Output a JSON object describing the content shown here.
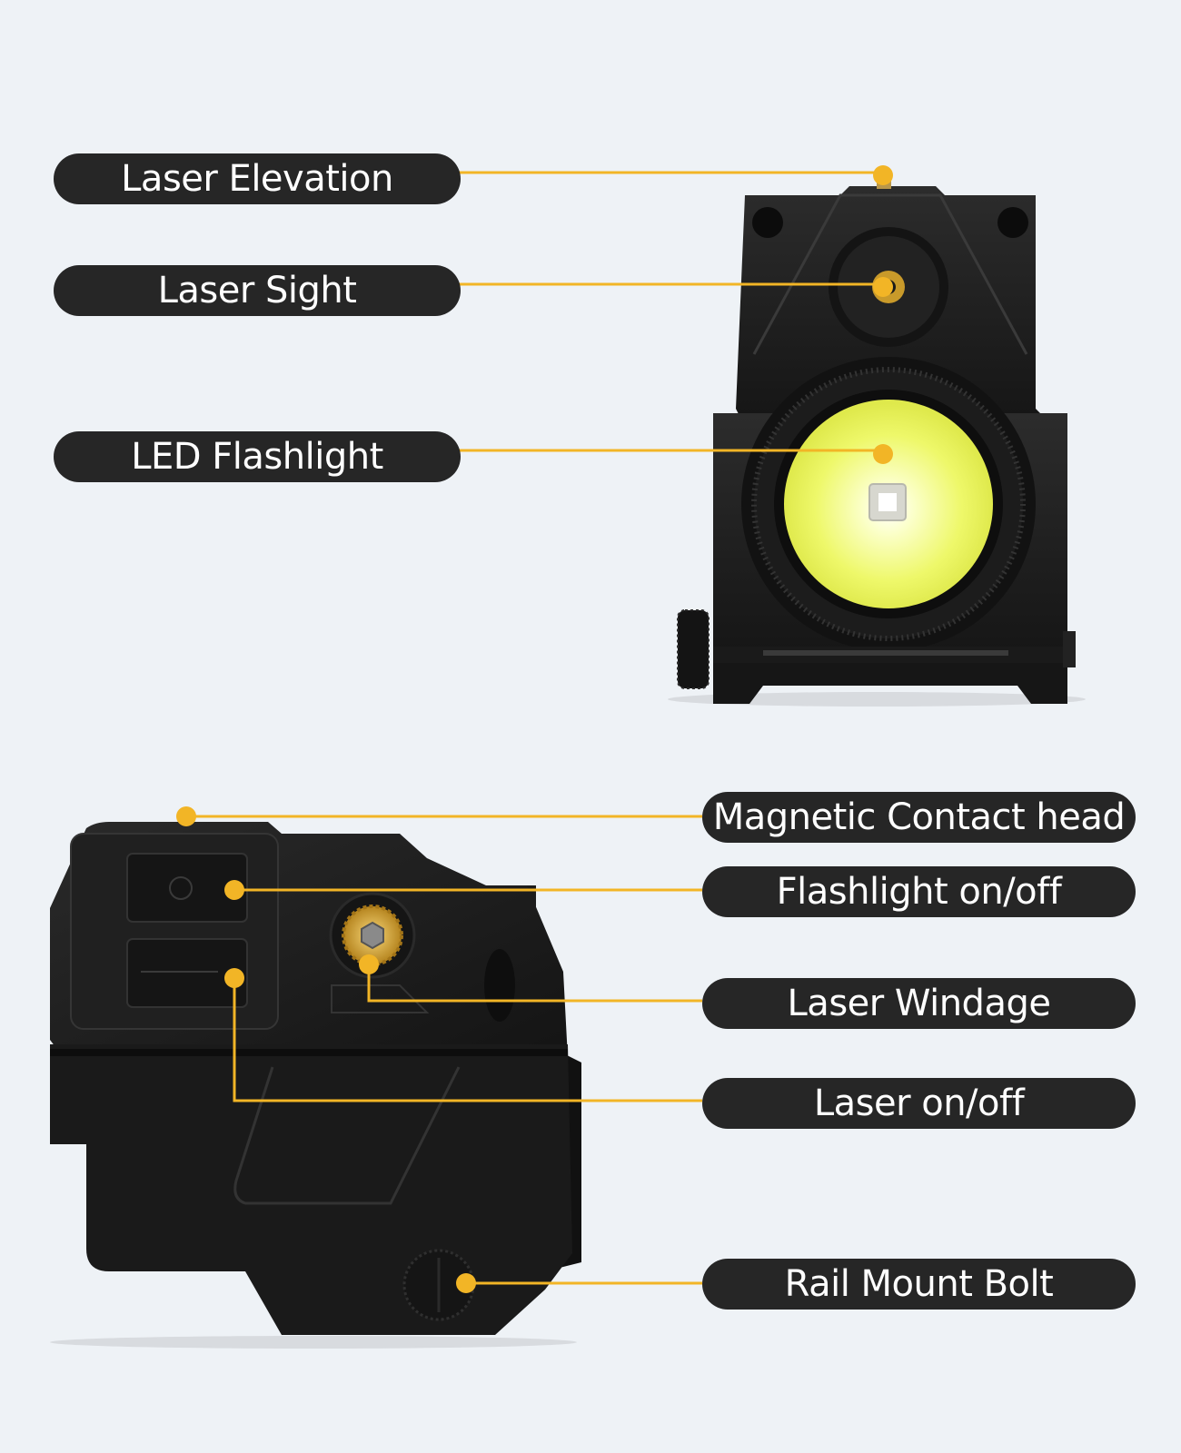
{
  "colors": {
    "background": "#eef2f6",
    "pill": "#262626",
    "pill_text": "#ffffff",
    "accent": "#f2b526",
    "device": "#1e1e1e"
  },
  "top_view": {
    "labels": [
      {
        "text": "Laser Elevation"
      },
      {
        "text": "Laser Sight"
      },
      {
        "text": "LED Flashlight"
      }
    ]
  },
  "side_view": {
    "labels": [
      {
        "text": "Magnetic Contact head"
      },
      {
        "text": "Flashlight on/off"
      },
      {
        "text": "Laser Windage"
      },
      {
        "text": "Laser on/off"
      },
      {
        "text": "Rail Mount Bolt"
      }
    ]
  }
}
